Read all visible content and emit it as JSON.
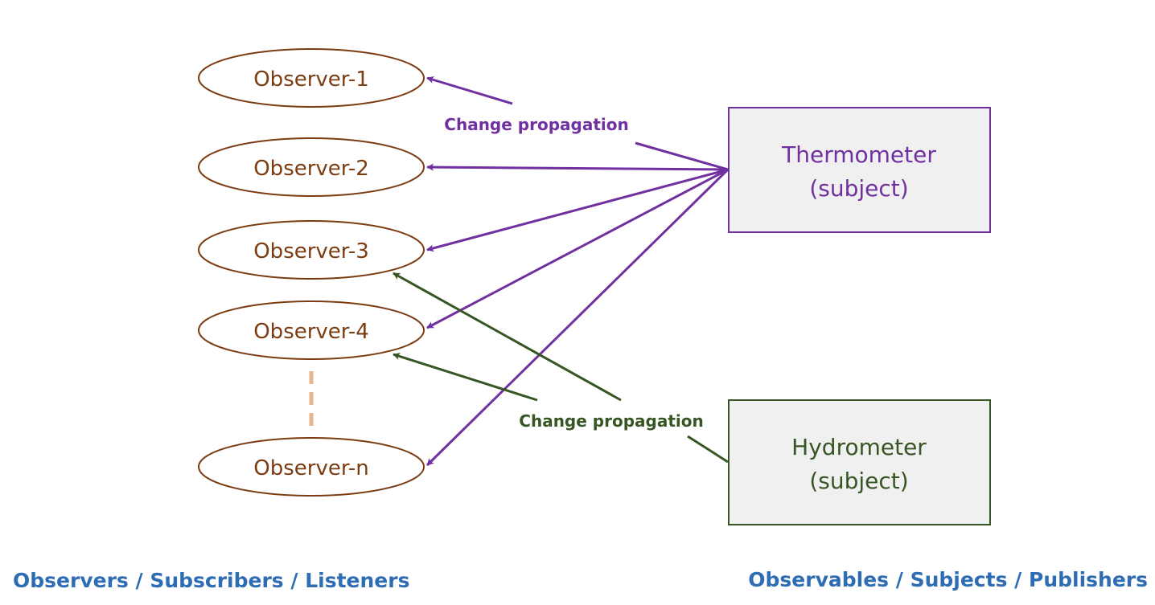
{
  "colors": {
    "observer": "#7b3c12",
    "thermometer": "#7030a0",
    "hydrometer": "#375623",
    "box_fill": "#f0f0f0",
    "ellipsis": "#e8b48a",
    "group_label": "#2e6db4"
  },
  "observers": [
    {
      "id": "o1",
      "label": "Observer-1"
    },
    {
      "id": "o2",
      "label": "Observer-2"
    },
    {
      "id": "o3",
      "label": "Observer-3"
    },
    {
      "id": "o4",
      "label": "Observer-4"
    },
    {
      "id": "on",
      "label": "Observer-n"
    }
  ],
  "subjects": {
    "thermometer": {
      "line1": "Thermometer",
      "line2": "(subject)"
    },
    "hydrometer": {
      "line1": "Hydrometer",
      "line2": "(subject)"
    }
  },
  "edges": {
    "thermometer_label": "Change propagation",
    "hydrometer_label": "Change propagation",
    "thermometer_targets": [
      "o1",
      "o2",
      "o3",
      "o4",
      "on"
    ],
    "hydrometer_targets": [
      "o3",
      "o4"
    ]
  },
  "group_labels": {
    "observers": "Observers / Subscribers / Listeners",
    "subjects": "Observables / Subjects / Publishers"
  }
}
